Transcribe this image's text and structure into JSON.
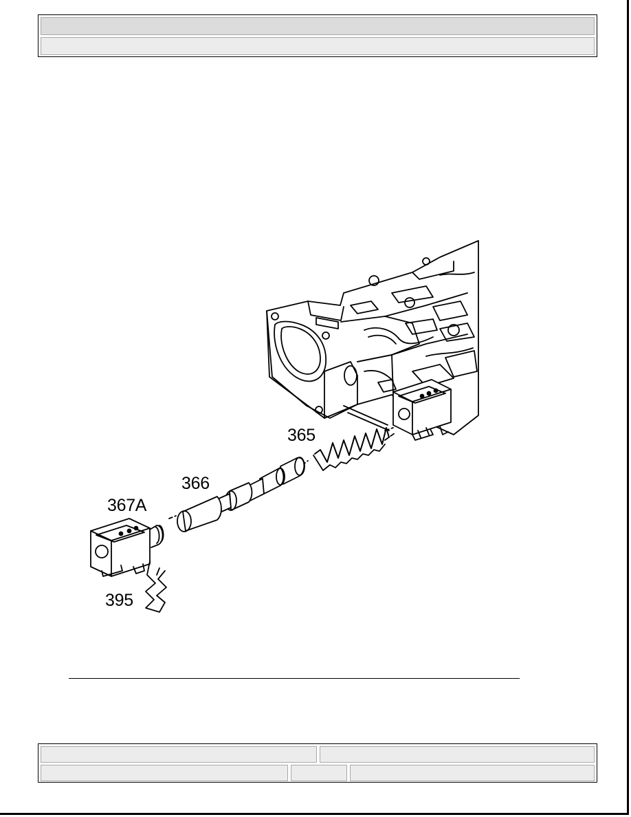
{
  "header": {
    "row1_text": "",
    "row2_text": ""
  },
  "figure": {
    "callouts": {
      "c365": "365",
      "c366": "366",
      "c367a": "367A",
      "c395": "395"
    }
  },
  "footer": {
    "cells": [
      "",
      "",
      "",
      "",
      ""
    ]
  }
}
